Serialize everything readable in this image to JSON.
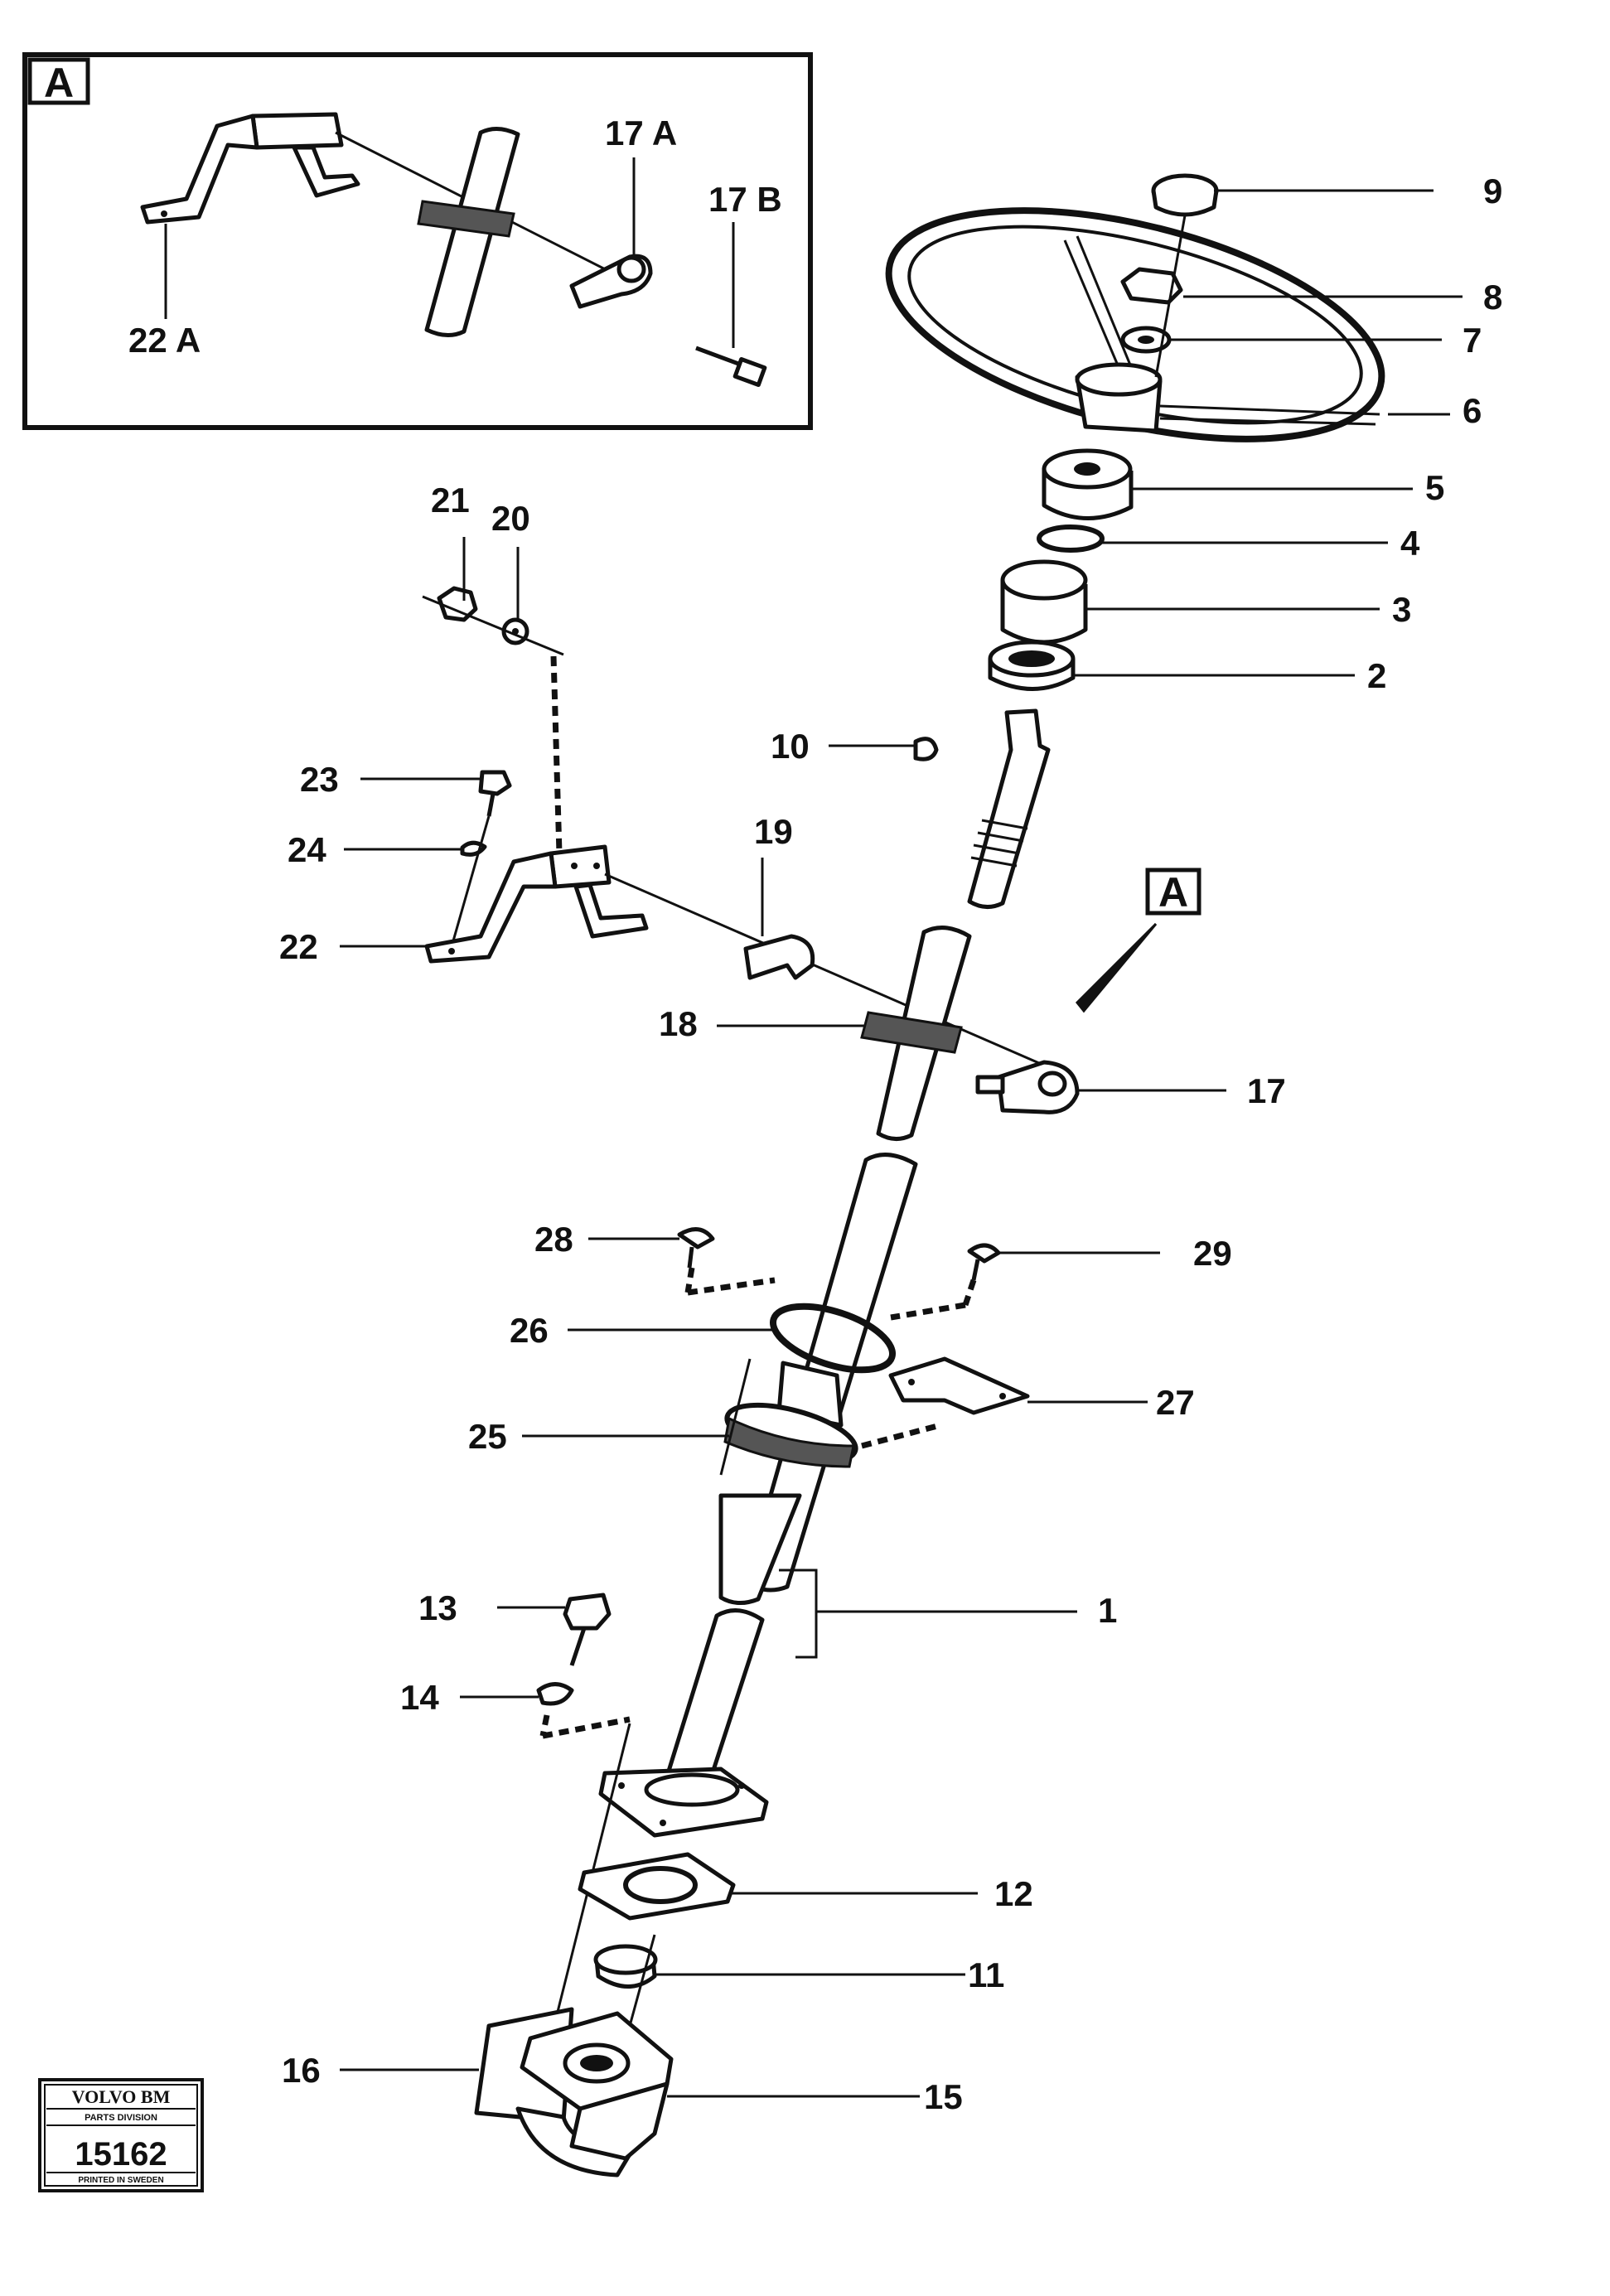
{
  "detail_box": {
    "tag": "A",
    "callouts": {
      "c22a": "22 A",
      "c17a": "17 A",
      "c17b": "17 B"
    }
  },
  "view_marker": {
    "tag": "A"
  },
  "callouts": {
    "c1": "1",
    "c2": "2",
    "c3": "3",
    "c4": "4",
    "c5": "5",
    "c6": "6",
    "c7": "7",
    "c8": "8",
    "c9": "9",
    "c10": "10",
    "c11": "11",
    "c12": "12",
    "c13": "13",
    "c14": "14",
    "c15": "15",
    "c16": "16",
    "c17": "17",
    "c18": "18",
    "c19": "19",
    "c20": "20",
    "c21": "21",
    "c22": "22",
    "c23": "23",
    "c24": "24",
    "c25": "25",
    "c26": "26",
    "c27": "27",
    "c28": "28",
    "c29": "29"
  },
  "stamp": {
    "brand": "VOLVO BM",
    "division": "PARTS DIVISION",
    "number": "15162",
    "printed": "PRINTED IN SWEDEN"
  }
}
